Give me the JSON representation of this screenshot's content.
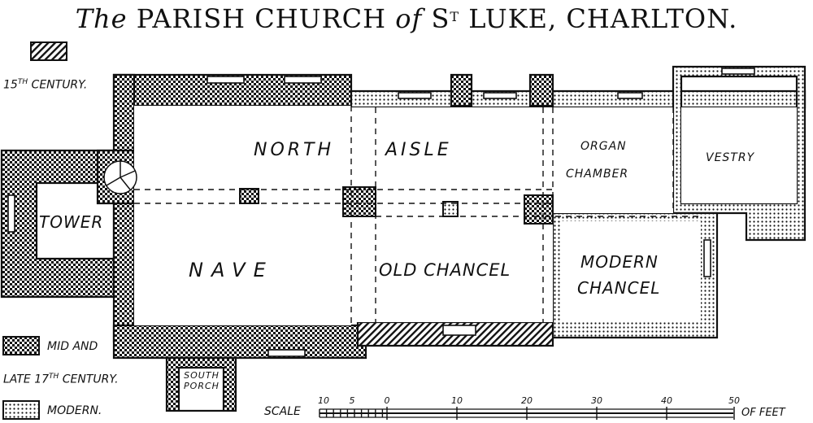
{
  "title": {
    "the": "The",
    "main": "PARISH CHURCH",
    "of": "of",
    "saint": "S",
    "saint_sup": "T",
    "name": "LUKE, CHARLTON."
  },
  "legend": {
    "c15": "15TH CENTURY.",
    "mid_late_1": "MID AND",
    "mid_late_2": "LATE 17TH CENTURY.",
    "modern": "MODERN."
  },
  "rooms": {
    "tower": "TOWER",
    "nave": "NAVE",
    "north": "NORTH",
    "aisle": "AISLE",
    "old_chancel": "OLD CHANCEL",
    "organ": "ORGAN",
    "chamber": "CHAMBER",
    "vestry": "VESTRY",
    "modern": "MODERN",
    "chancel": "CHANCEL",
    "south": "SOUTH",
    "porch": "PORCH"
  },
  "scale": {
    "label": "SCALE",
    "unit": "OF FEET",
    "ticks": [
      "10",
      "5",
      "0",
      "10",
      "20",
      "30",
      "40",
      "50"
    ]
  },
  "colors": {
    "ink": "#111111",
    "paper": "#ffffff"
  }
}
